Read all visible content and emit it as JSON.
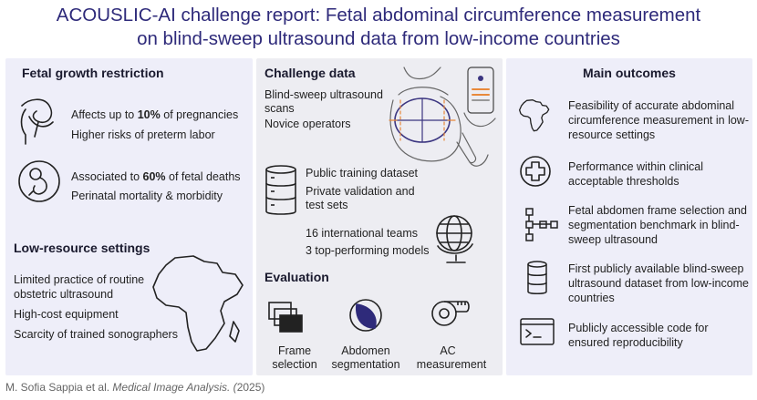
{
  "title": {
    "line1": "ACOUSLIC-AI challenge report: Fetal abdominal circumference measurement",
    "line2": "on blind-sweep ultrasound data from low-income countries"
  },
  "fetal_growth": {
    "heading": "Fetal growth restriction",
    "item1_pre": "Affects up to ",
    "item1_bold": "10%",
    "item1_post": " of pregnancies",
    "item2": "Higher risks of preterm labor",
    "item3_pre": "Associated to ",
    "item3_bold": "60%",
    "item3_post": " of fetal deaths",
    "item4": "Perinatal mortality & morbidity"
  },
  "low_resource": {
    "heading": "Low-resource settings",
    "item1a": "Limited practice of routine",
    "item1b": "obstetric ultrasound",
    "item2": "High-cost equipment",
    "item3": "Scarcity of trained sonographers"
  },
  "challenge_data": {
    "heading": "Challenge data",
    "item1a": "Blind-sweep ultrasound",
    "item1b": "scans",
    "item2": "Novice operators",
    "item3": "Public training dataset",
    "item4a": "Private validation and",
    "item4b": "test sets",
    "item5": "16 international teams",
    "item6": "3 top-performing models"
  },
  "evaluation": {
    "heading": "Evaluation",
    "label1a": "Frame",
    "label1b": "selection",
    "label2a": "Abdomen",
    "label2b": "segmentation",
    "label3a": "AC",
    "label3b": "measurement"
  },
  "main_outcomes": {
    "heading": "Main outcomes",
    "o1a": "Feasibility of accurate abdominal",
    "o1b": "circumference measurement in low-",
    "o1c": "resource settings",
    "o2a": "Performance within clinical",
    "o2b": "acceptable thresholds",
    "o3a": "Fetal abdomen frame selection and",
    "o3b": "segmentation benchmark in blind-",
    "o3c": "sweep ultrasound",
    "o4a": "First publicly available blind-sweep",
    "o4b": "ultrasound dataset from low-income",
    "o4c": "countries",
    "o5a": "Publicly accessible code for",
    "o5b": "ensured reproducibility"
  },
  "footer": {
    "authors": "M. Sofia Sappia et al. ",
    "journal": "Medical Image Analysis. (",
    "year": "2025)"
  },
  "colors": {
    "title": "#2e2a7a",
    "panel_bg": "#eeeef9",
    "accent_purple": "#3b3580",
    "accent_orange": "#e8893a"
  },
  "icons": [
    "pregnant-woman-icon",
    "fetus-icon",
    "africa-map-icon",
    "ultrasound-probe-icon",
    "database-icon",
    "globe-icon",
    "frames-icon",
    "segmentation-icon",
    "tape-measure-icon",
    "medical-cross-icon",
    "hierarchy-icon",
    "terminal-icon"
  ]
}
